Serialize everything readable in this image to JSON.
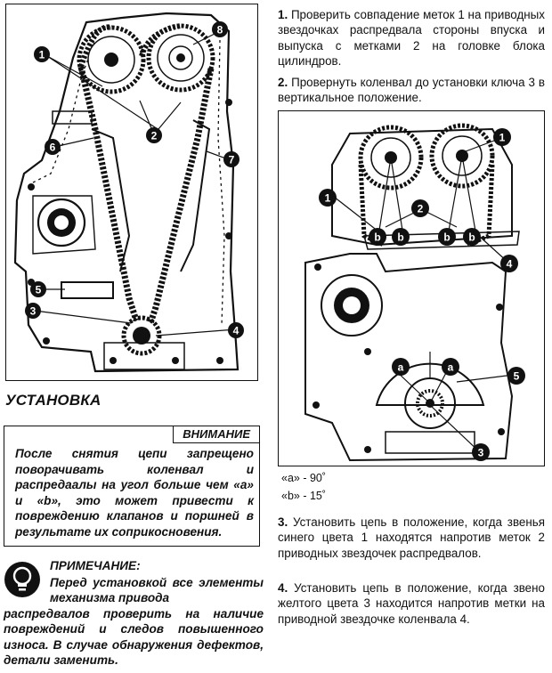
{
  "section_title": "УСТАНОВКА",
  "warning": {
    "tab_label": "ВНИМАНИЕ",
    "text": "После снятия цепи запрещено поворачивать коленвал и распредаалы на угол больше чем «а» и «b», это может привести к повреждению клапанов и поршней в результате их соприкосновения."
  },
  "note": {
    "title": "ПРИМЕЧАНИЕ:",
    "text_first": "Перед установкой все элементы механизма привода",
    "text_rest": "распредвалов проверить на наличие повреждений и следов повышенного износа. В случае обнаружения дефектов, детали заменить."
  },
  "steps": [
    {
      "num": "1.",
      "text": "Проверить совпадение меток 1 на приводных звездочках распредвала стороны впуска и выпуска с метками 2 на головке блока цилиндров."
    },
    {
      "num": "2.",
      "text": "Провернуть коленвал до установки ключа 3 в вертикальное положение."
    },
    {
      "num": "3.",
      "text": "Установить цепь в положение, когда звенья синего цвета 1 находятся напротив меток 2 приводных звездочек распредвалов."
    },
    {
      "num": "4.",
      "text": "Установить цепь в положение, когда звено желтого цвета 3 находится напротив метки на приводной звездочке коленвала 4."
    }
  ],
  "legend": [
    {
      "text": "«a» - 90˚"
    },
    {
      "text": "«b» - 15˚"
    }
  ],
  "figure1": {
    "callouts": [
      "1",
      "2",
      "3",
      "4",
      "5",
      "6",
      "7",
      "8"
    ]
  },
  "figure2": {
    "callouts": [
      "1",
      "1",
      "2",
      "4",
      "5",
      "3"
    ],
    "angle_labels": [
      "b",
      "b",
      "b",
      "b",
      "a",
      "a"
    ]
  }
}
